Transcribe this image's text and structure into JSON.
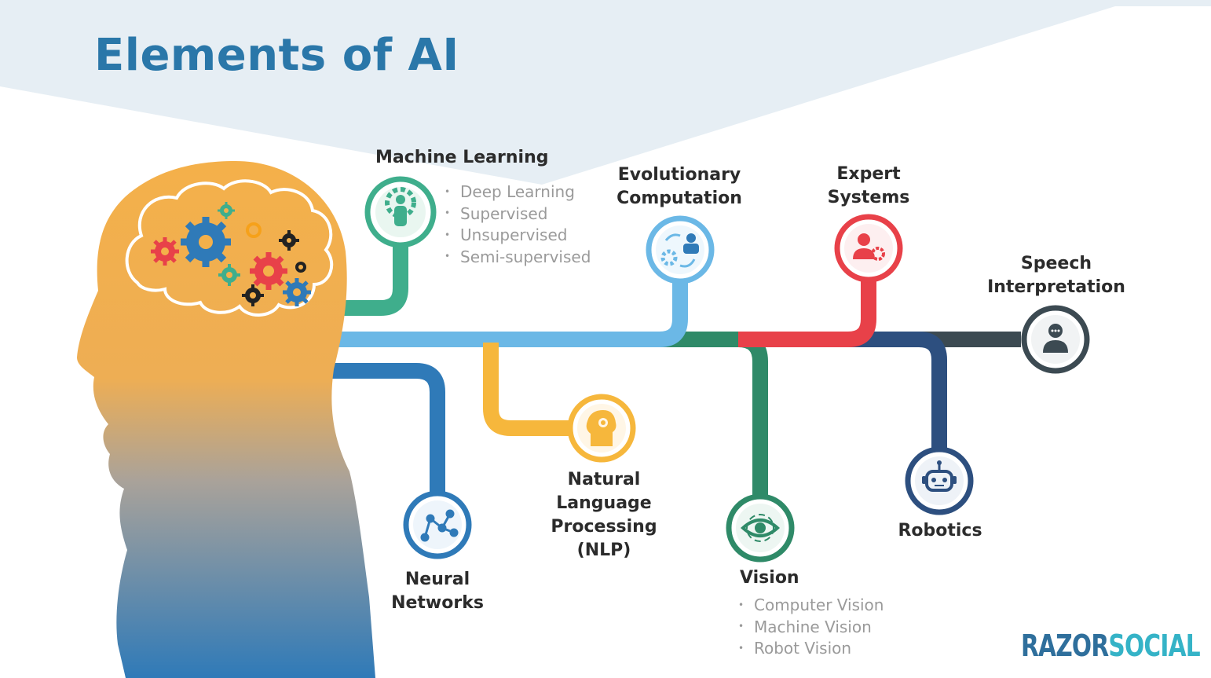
{
  "title": "Elements of AI",
  "colors": {
    "title": "#2a77a9",
    "machine_learning": "#3fae8c",
    "evolutionary": "#6bb8e6",
    "expert": "#e84149",
    "speech": "#3c4a52",
    "neural": "#2f7ab8",
    "nlp": "#f6b73c",
    "vision": "#2f8a68",
    "robotics": "#2d4f7f",
    "head_top": "#f4b04a",
    "head_bottom": "#2f7ab8"
  },
  "nodes": {
    "machine_learning": {
      "label_lines": [
        "Machine Learning"
      ],
      "icon": "person-gear-icon",
      "items": [
        "Deep Learning",
        "Supervised",
        "Unsupervised",
        "Semi-supervised"
      ]
    },
    "evolutionary": {
      "label_lines": [
        "Evolutionary",
        "Computation"
      ],
      "icon": "person-cycle-icon"
    },
    "expert": {
      "label_lines": [
        "Expert",
        "Systems"
      ],
      "icon": "expert-gear-icon"
    },
    "speech": {
      "label_lines": [
        "Speech",
        "Interpretation"
      ],
      "icon": "speaking-person-icon"
    },
    "neural": {
      "label_lines": [
        "Neural",
        "Networks"
      ],
      "icon": "network-icon"
    },
    "nlp": {
      "label_lines": [
        "Natural",
        "Language",
        "Processing",
        "(NLP)"
      ],
      "icon": "head-gear-icon"
    },
    "vision": {
      "label_lines": [
        "Vision"
      ],
      "icon": "eye-icon",
      "items": [
        "Computer Vision",
        "Machine Vision",
        "Robot Vision"
      ]
    },
    "robotics": {
      "label_lines": [
        "Robotics"
      ],
      "icon": "robot-icon"
    }
  },
  "logo": {
    "part1": "RAZOR",
    "part2": "SOCIAL"
  }
}
